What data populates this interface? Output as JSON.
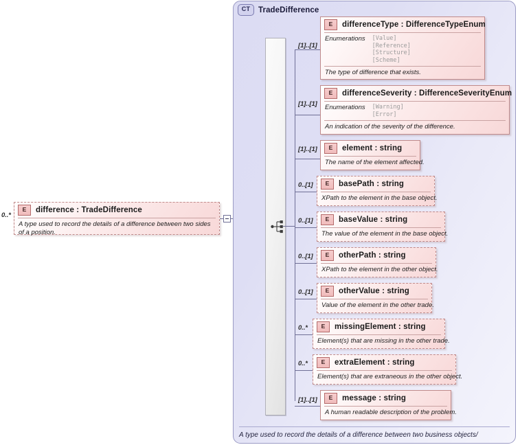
{
  "diagram": {
    "kind": "xsd-schema-diagram",
    "root_element": {
      "icon": "E",
      "title": "difference : TradeDifference",
      "cardinality": "0..*",
      "documentation": "A type used to record the details of a difference between two sides of a position.",
      "collapse_control": "minus-icon"
    },
    "complex_type": {
      "badge": "CT",
      "title": "TradeDifference",
      "footer": "A type used to record the details of a difference between two business objects/",
      "compositor": "sequence"
    },
    "connector_cardinality": "[1]..[1]",
    "children": [
      {
        "icon": "E",
        "title": "differenceType : DifferenceTypeEnum",
        "cardinality": "[1]..[1]",
        "required": true,
        "enumerations_label": "Enumerations",
        "enumerations": [
          "[Value]",
          "[Reference]",
          "[Structure]",
          "[Scheme]"
        ],
        "documentation": "The type of difference that exists."
      },
      {
        "icon": "E",
        "title": "differenceSeverity : DifferenceSeverityEnum",
        "cardinality": "[1]..[1]",
        "required": true,
        "enumerations_label": "Enumerations",
        "enumerations": [
          "[Warning]",
          "[Error]"
        ],
        "documentation": "An indication of the severity of the difference."
      },
      {
        "icon": "E",
        "title": "element  : string",
        "cardinality": "[1]..[1]",
        "required": true,
        "documentation": "The name of the element affected."
      },
      {
        "icon": "E",
        "title": "basePath : string",
        "cardinality": "0..[1]",
        "required": false,
        "documentation": "XPath to the element in the base object."
      },
      {
        "icon": "E",
        "title": "baseValue : string",
        "cardinality": "0..[1]",
        "required": false,
        "documentation": "The value of the element in the base object."
      },
      {
        "icon": "E",
        "title": "otherPath : string",
        "cardinality": "0..[1]",
        "required": false,
        "documentation": "XPath to the element in the other object."
      },
      {
        "icon": "E",
        "title": "otherValue : string",
        "cardinality": "0..[1]",
        "required": false,
        "documentation": "Value of the element in the other trade."
      },
      {
        "icon": "E",
        "title": "missingElement : string",
        "cardinality": "0..*",
        "required": false,
        "documentation": "Element(s) that are missing in the other trade."
      },
      {
        "icon": "E",
        "title": "extraElement : string",
        "cardinality": "0..*",
        "required": false,
        "documentation": "Element(s) that are extraneous in the other object."
      },
      {
        "icon": "E",
        "title": "message : string",
        "cardinality": "[1]..[1]",
        "required": true,
        "documentation": "A human readable description of the problem."
      }
    ]
  }
}
